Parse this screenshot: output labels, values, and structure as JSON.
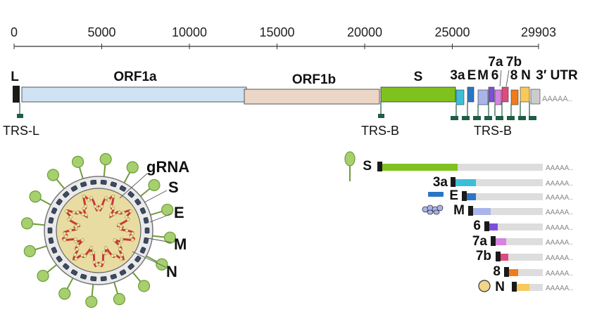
{
  "axis": {
    "ticks": [
      "0",
      "5000",
      "10000",
      "15000",
      "20000",
      "25000",
      "29903"
    ]
  },
  "genome": {
    "regions": [
      {
        "id": "L",
        "label": "L",
        "color": "#1a1a1a"
      },
      {
        "id": "ORF1a",
        "label": "ORF1a",
        "color": "#cfe2f3"
      },
      {
        "id": "ORF1b",
        "label": "ORF1b",
        "color": "#ecd6c8"
      },
      {
        "id": "S",
        "label": "S",
        "color": "#7fc21e"
      },
      {
        "id": "3a",
        "label": "3a",
        "color": "#3bbfd8"
      },
      {
        "id": "E",
        "label": "E",
        "color": "#2a75c6"
      },
      {
        "id": "M",
        "label": "M",
        "color": "#a9b5ea"
      },
      {
        "id": "6",
        "label": "6",
        "color": "#7d4fd8"
      },
      {
        "id": "7a",
        "label": "7a",
        "color": "#d783e0"
      },
      {
        "id": "7b",
        "label": "7b",
        "color": "#de4b7f"
      },
      {
        "id": "8",
        "label": "8",
        "color": "#f07c1e"
      },
      {
        "id": "N",
        "label": "N",
        "color": "#f8c95c"
      },
      {
        "id": "UTR3",
        "label": "3′ UTR",
        "color": "#cccccc"
      }
    ],
    "polyA": "AAAAA..",
    "trs_labels": {
      "left": "TRS-L",
      "body_s": "TRS-B",
      "body_group": "TRS-B"
    }
  },
  "virion": {
    "labels": {
      "grna": "gRNA",
      "s": "S",
      "e": "E",
      "m": "M",
      "n": "N"
    },
    "colors": {
      "spike": "#a6cf6e",
      "envelope": "#c8c8c8",
      "nucleocapsid": "#e8dca3",
      "rna": "#c83a34"
    }
  },
  "subgenomic": {
    "rows": [
      {
        "label": "S",
        "color": "#7fc21e"
      },
      {
        "label": "3a",
        "color": "#3bbfd8"
      },
      {
        "label": "E",
        "color": "#2a75c6"
      },
      {
        "label": "M",
        "color": "#a9b5ea"
      },
      {
        "label": "6",
        "color": "#7d4fd8"
      },
      {
        "label": "7a",
        "color": "#d783e0"
      },
      {
        "label": "7b",
        "color": "#de4b7f"
      },
      {
        "label": "8",
        "color": "#f07c1e"
      },
      {
        "label": "N",
        "color": "#f8c95c"
      }
    ],
    "polyA": "AAAAA.."
  }
}
